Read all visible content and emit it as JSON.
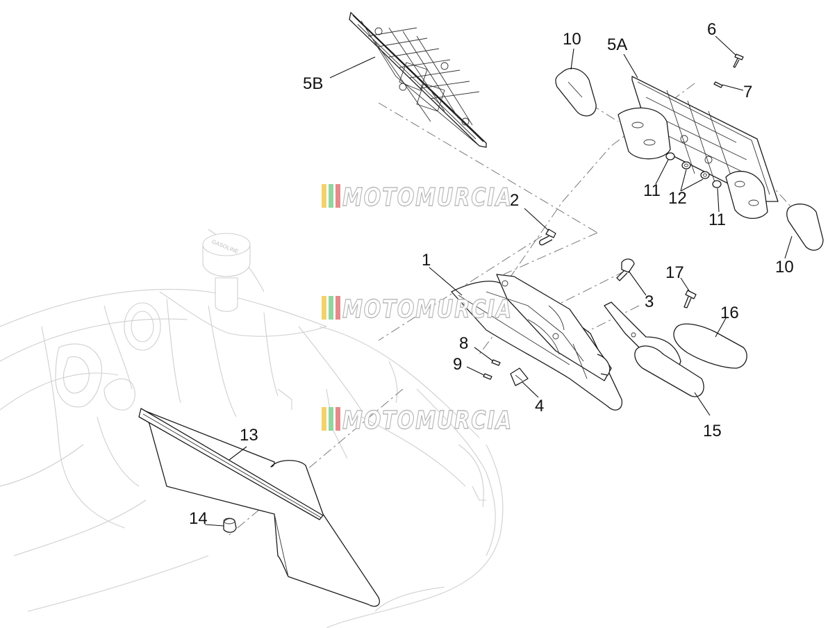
{
  "watermark": {
    "text": "MOTOMURCIA",
    "stripe_colors": [
      "#f2d36b",
      "#8fd6a0",
      "#e58a8a"
    ]
  },
  "callouts": [
    {
      "id": "1",
      "label": "1"
    },
    {
      "id": "2",
      "label": "2"
    },
    {
      "id": "3",
      "label": "3"
    },
    {
      "id": "4",
      "label": "4"
    },
    {
      "id": "5A",
      "label": "5A"
    },
    {
      "id": "5B",
      "label": "5B"
    },
    {
      "id": "6",
      "label": "6"
    },
    {
      "id": "7",
      "label": "7"
    },
    {
      "id": "8",
      "label": "8"
    },
    {
      "id": "9",
      "label": "9"
    },
    {
      "id": "10a",
      "label": "10"
    },
    {
      "id": "10b",
      "label": "10"
    },
    {
      "id": "11a",
      "label": "11"
    },
    {
      "id": "11b",
      "label": "11"
    },
    {
      "id": "12",
      "label": "12"
    },
    {
      "id": "13",
      "label": "13"
    },
    {
      "id": "14",
      "label": "14"
    },
    {
      "id": "15",
      "label": "15"
    },
    {
      "id": "16",
      "label": "16"
    },
    {
      "id": "17",
      "label": "17"
    }
  ],
  "cap_label": "GASOLINE"
}
